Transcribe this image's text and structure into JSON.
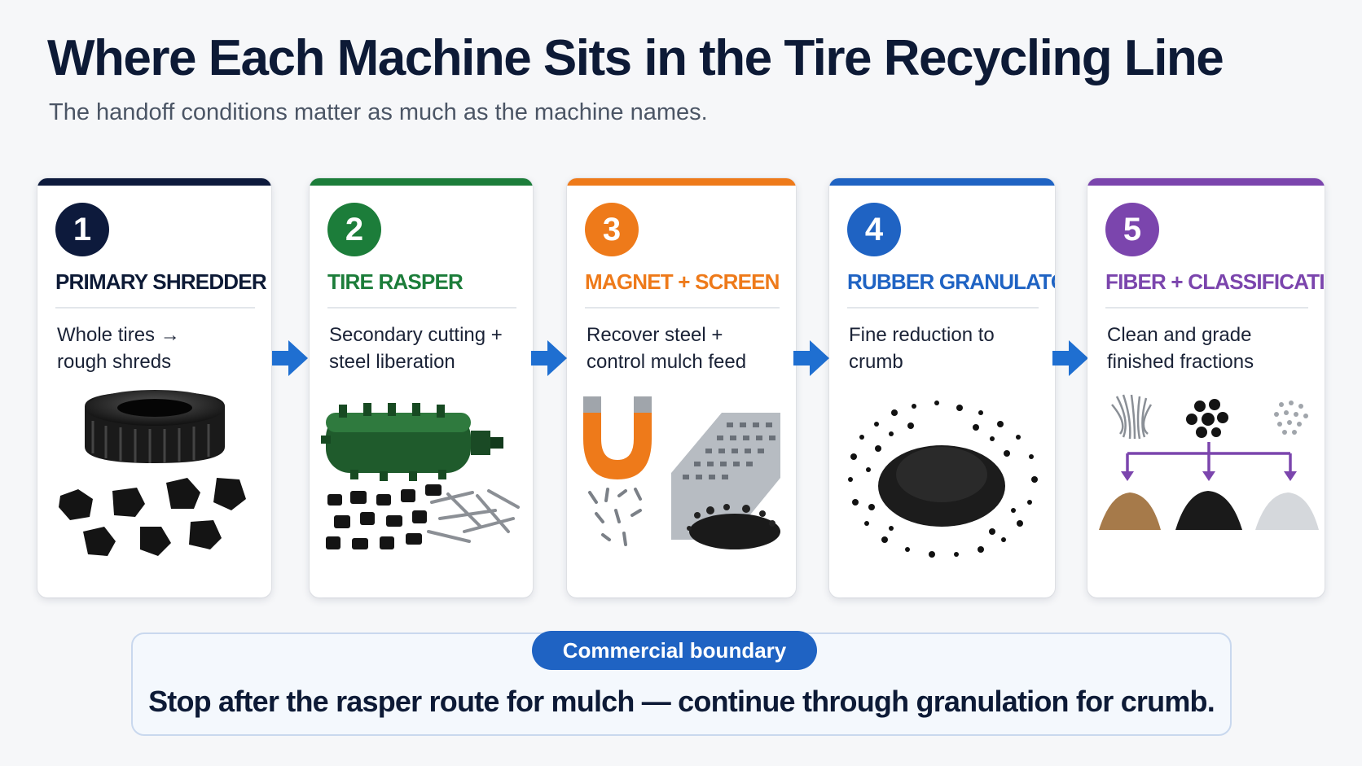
{
  "title": "Where Each Machine Sits in the Tire Recycling Line",
  "subtitle": "The handoff conditions matter as much as the machine names.",
  "steps": [
    {
      "number": "1",
      "title": "PRIMARY SHREDDER",
      "desc": "Whole tires →\nrough shreds",
      "color": "#0d1a3c"
    },
    {
      "number": "2",
      "title": "TIRE RASPER",
      "desc": "Secondary cutting +\nsteel liberation",
      "color": "#1c7d3a"
    },
    {
      "number": "3",
      "title": "MAGNET + SCREEN",
      "desc": "Recover steel +\ncontrol mulch feed",
      "color": "#ee7a1a"
    },
    {
      "number": "4",
      "title": "RUBBER GRANULATOR",
      "desc": "Fine reduction to\ncrumb",
      "color": "#1f63c3"
    },
    {
      "number": "5",
      "title": "FIBER + CLASSIFICATION",
      "desc": "Clean and grade\nfinished fractions",
      "color": "#7b45ad"
    }
  ],
  "arrow_color": "#1f6fd1",
  "boundary": {
    "badge": "Commercial boundary",
    "text": "Stop after the rasper route for mulch — continue through granulation for crumb."
  }
}
